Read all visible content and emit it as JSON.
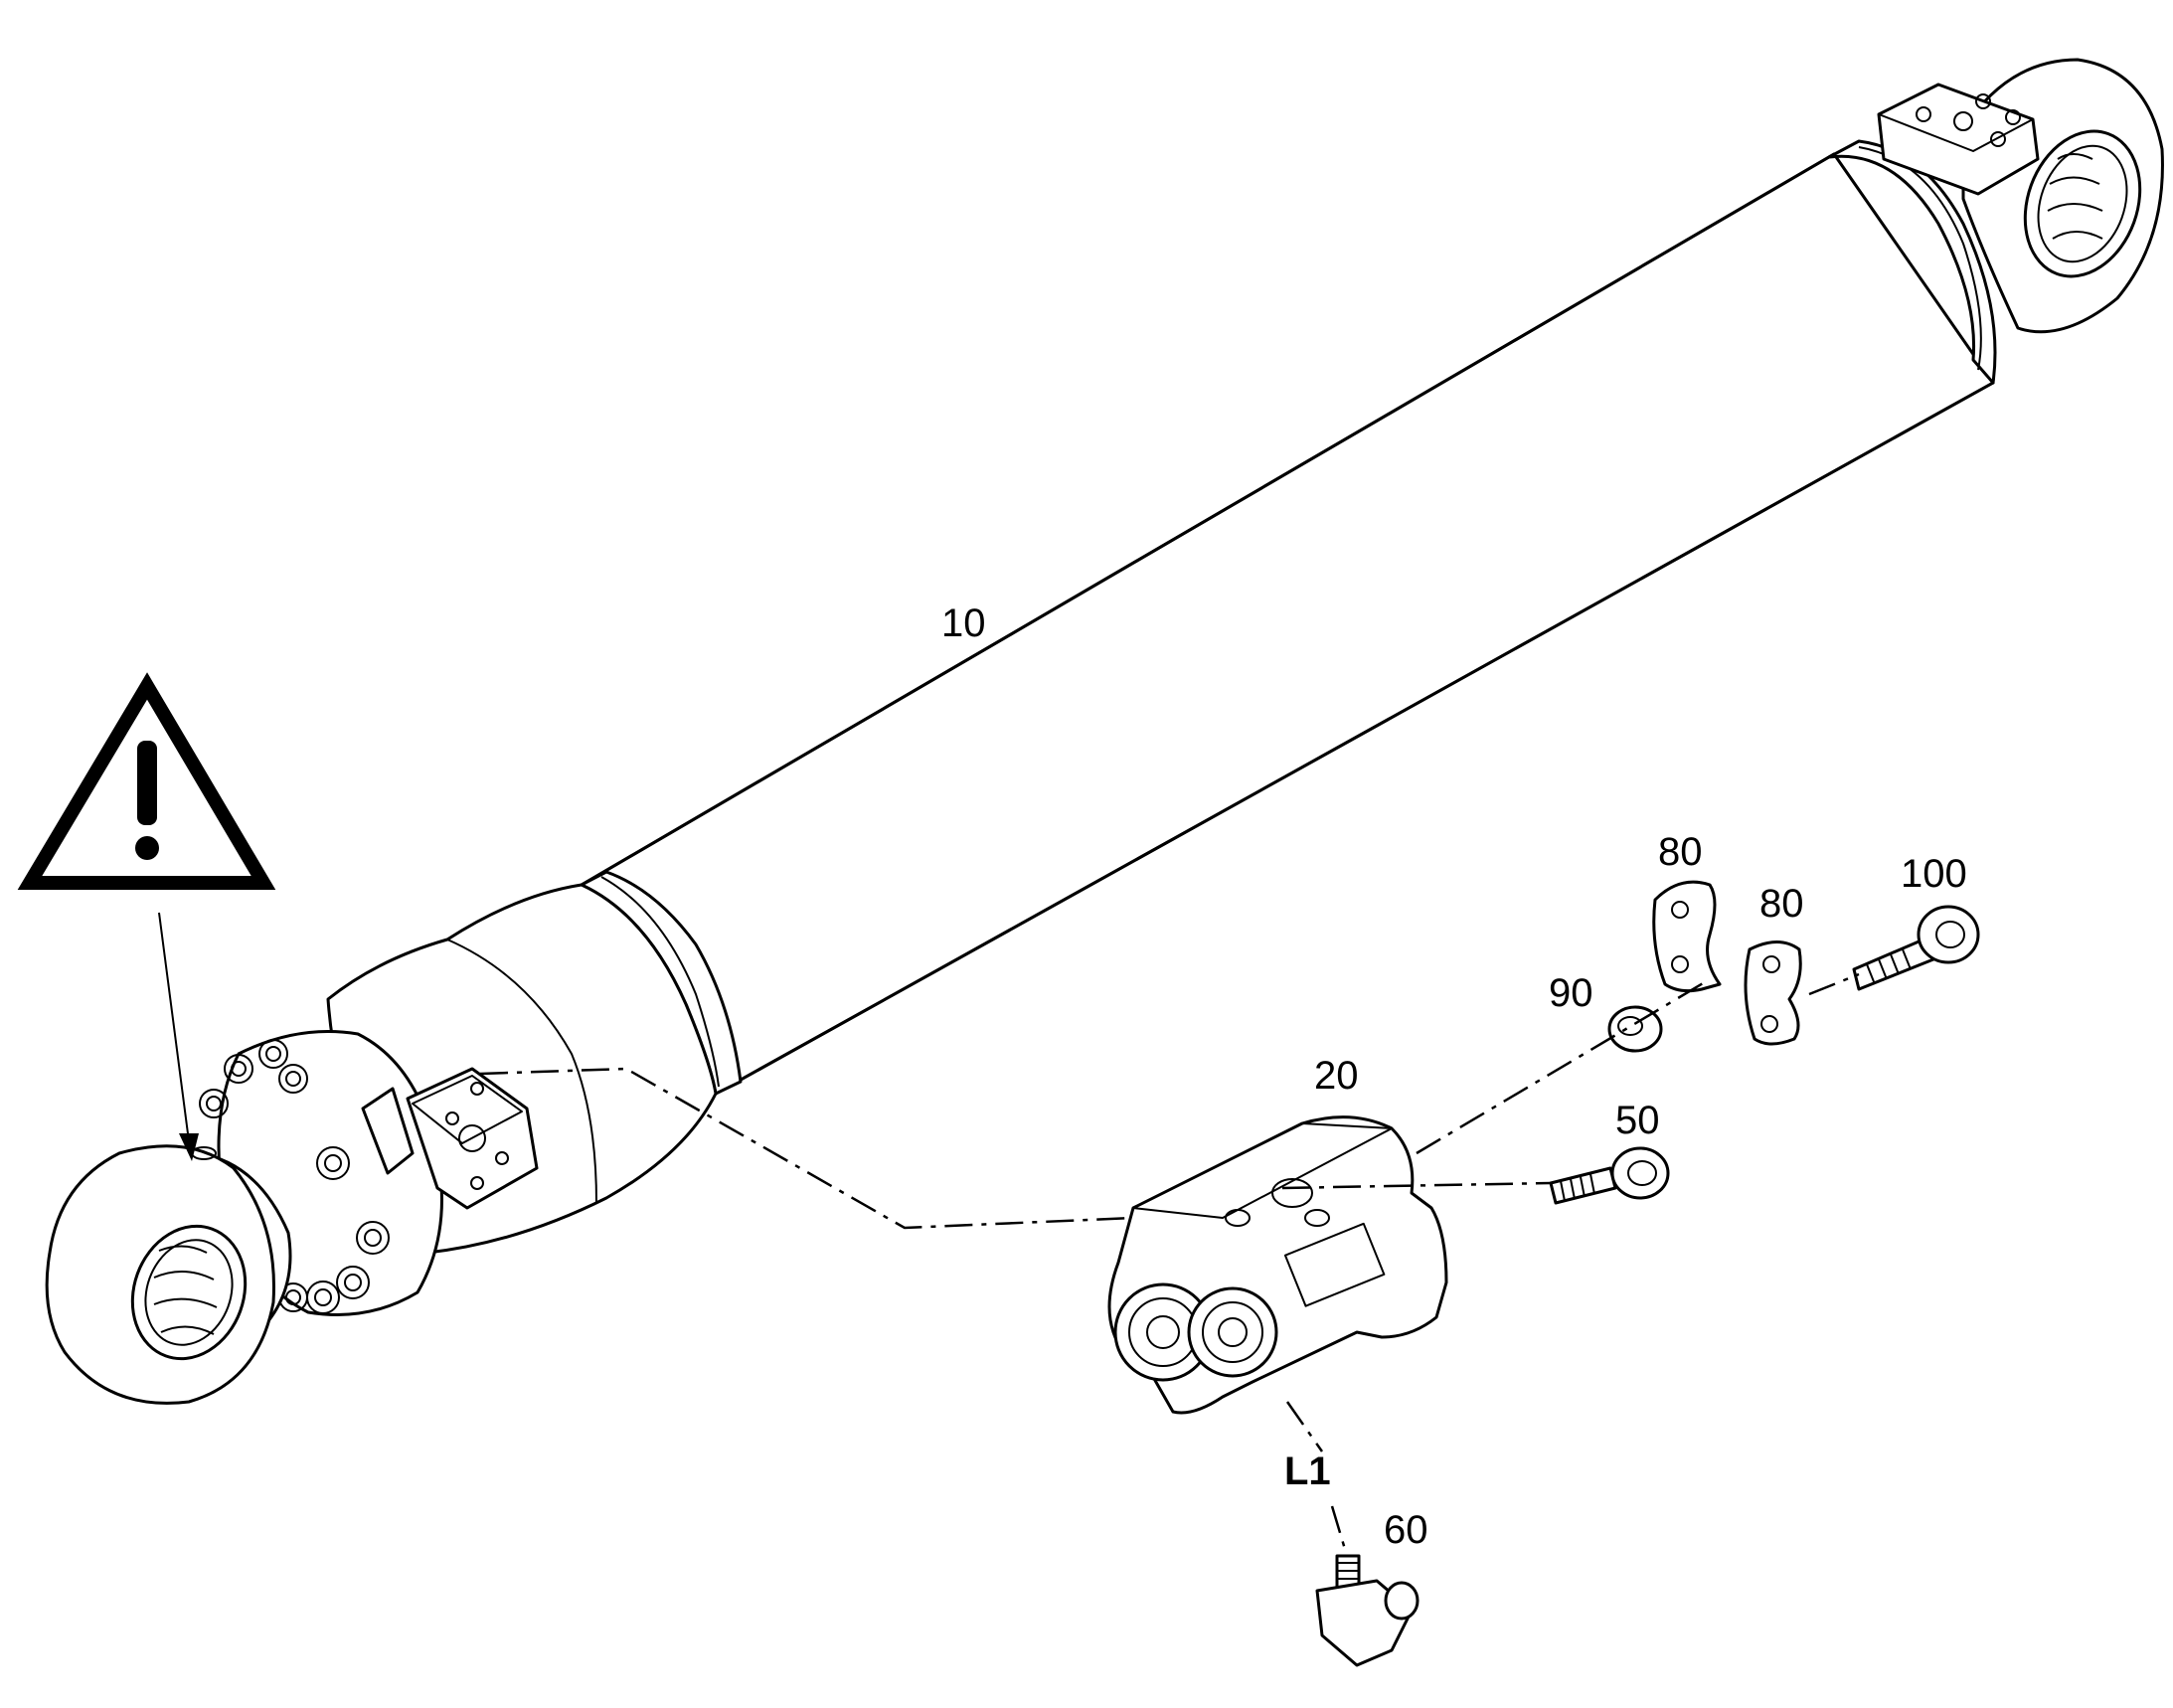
{
  "callouts": {
    "c10": "10",
    "c20": "20",
    "c50": "50",
    "c60": "60",
    "c80a": "80",
    "c80b": "80",
    "c90": "90",
    "c100": "100",
    "l1": "L1"
  },
  "icons": {
    "warning": "warning-triangle-icon"
  }
}
